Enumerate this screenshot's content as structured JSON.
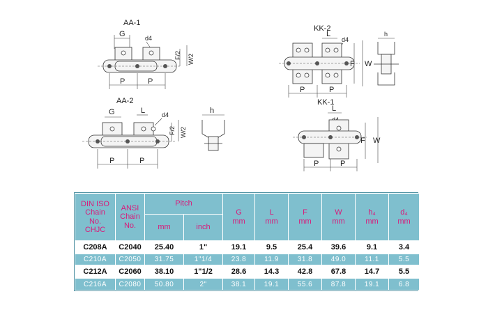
{
  "drawings": {
    "aa1": {
      "title": "AA-1",
      "labels": {
        "g": "G",
        "d4": "d4",
        "f2": "F/2",
        "w2": "W/2",
        "p1": "P",
        "p2": "P"
      }
    },
    "aa2": {
      "title": "AA-2",
      "labels": {
        "g": "G",
        "l": "L",
        "d4": "d4",
        "f2": "F/2",
        "w2": "W/2",
        "p1": "P",
        "p2": "P",
        "h": "h"
      }
    },
    "kk2": {
      "title": "KK-2",
      "labels": {
        "l": "L",
        "d4": "d4",
        "f": "F",
        "w": "W",
        "p1": "P",
        "p2": "P",
        "h": "h"
      }
    },
    "kk1": {
      "title": "KK-1",
      "labels": {
        "l": "L",
        "d4": "d4",
        "f": "F",
        "w": "W",
        "p1": "P",
        "p2": "P"
      }
    }
  },
  "table": {
    "headers": {
      "din": [
        "DIN ISO",
        "Chain",
        "No.",
        "CHJC"
      ],
      "ansi": [
        "ANSI",
        "Chain",
        "No."
      ],
      "pitch": "Pitch",
      "pitch_mm": "mm",
      "pitch_inch": "inch",
      "g": [
        "G",
        "mm"
      ],
      "l": [
        "L",
        "mm"
      ],
      "f": [
        "F",
        "mm"
      ],
      "w": [
        "W",
        "mm"
      ],
      "h4": [
        "h₄",
        "mm"
      ],
      "d4": [
        "d₄",
        "mm"
      ]
    },
    "rows": [
      {
        "din": "C208A",
        "ansi": "C2040",
        "mm": "25.40",
        "inch": "1\"",
        "g": "19.1",
        "l": "9.5",
        "f": "25.4",
        "w": "39.6",
        "h4": "9.1",
        "d4": "3.4"
      },
      {
        "din": "C210A",
        "ansi": "C2050",
        "mm": "31.75",
        "inch": "1\"1/4",
        "g": "23.8",
        "l": "11.9",
        "f": "31.8",
        "w": "49.0",
        "h4": "11.1",
        "d4": "5.5"
      },
      {
        "din": "C212A",
        "ansi": "C2060",
        "mm": "38.10",
        "inch": "1\"1/2",
        "g": "28.6",
        "l": "14.3",
        "f": "42.8",
        "w": "67.8",
        "h4": "14.7",
        "d4": "5.5"
      },
      {
        "din": "C216A",
        "ansi": "C2080",
        "mm": "50.80",
        "inch": "2\"",
        "g": "38.1",
        "l": "19.1",
        "f": "55.6",
        "w": "87.8",
        "h4": "19.1",
        "d4": "6.8"
      }
    ]
  },
  "colors": {
    "table_bg": "#7fbfce",
    "header_text": "#d81b7a",
    "bold_row_bg": "#ffffff"
  }
}
